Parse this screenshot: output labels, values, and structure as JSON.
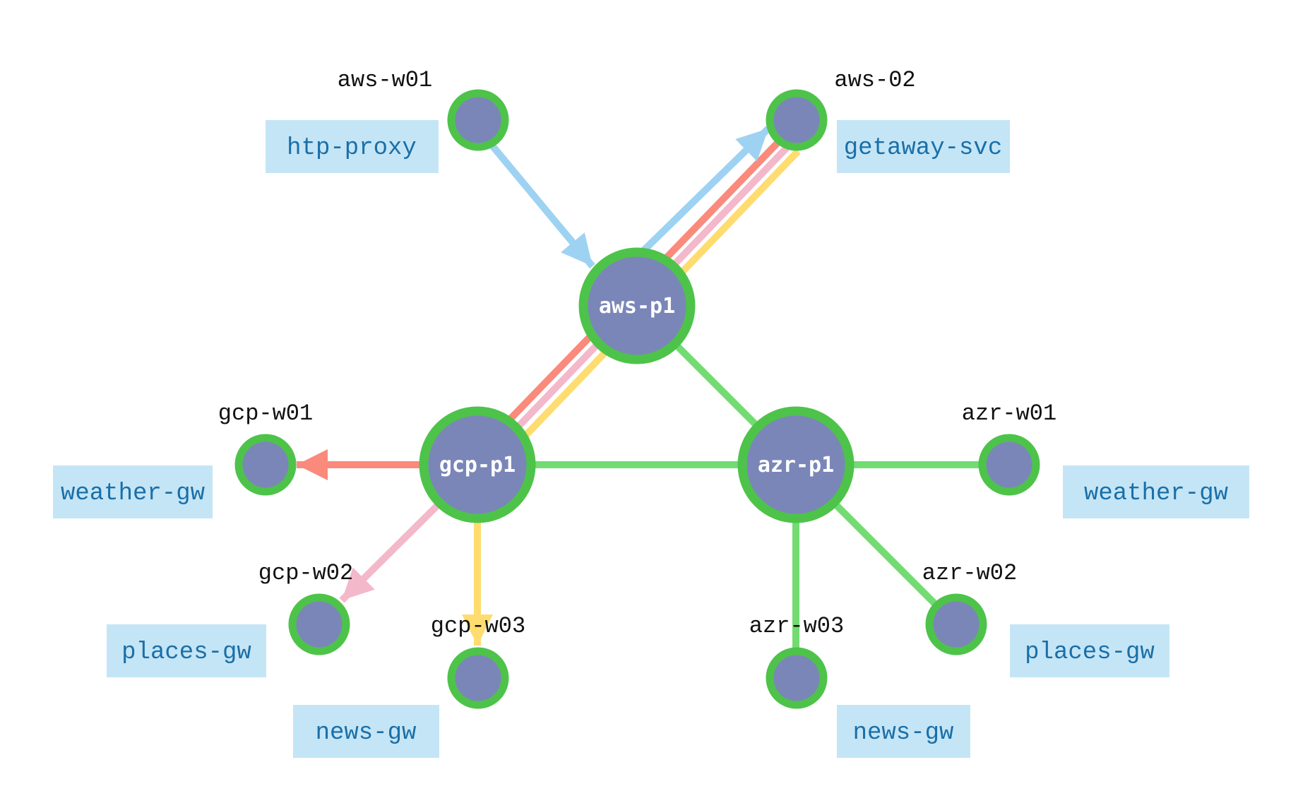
{
  "colors": {
    "node_fill": "#7a86b8",
    "node_ring": "#4ec34a",
    "mesh_link": "#72dc72",
    "service_box": "#c4e5f6",
    "service_text": "#1a6fa8",
    "route_blue": "#9ed2f2",
    "route_red": "#fa8a7c",
    "route_pink": "#f4b8cb",
    "route_yellow": "#fedc70"
  },
  "hubs": {
    "aws_p1": "aws-p1",
    "gcp_p1": "gcp-p1",
    "azr_p1": "azr-p1"
  },
  "workers": {
    "aws_w01": "aws-w01",
    "aws_02": "aws-02",
    "gcp_w01": "gcp-w01",
    "gcp_w02": "gcp-w02",
    "gcp_w03": "gcp-w03",
    "azr_w01": "azr-w01",
    "azr_w02": "azr-w02",
    "azr_w03": "azr-w03"
  },
  "services": {
    "aws_w01": "htp-proxy",
    "aws_02": "getaway-svc",
    "gcp_w01": "weather-gw",
    "gcp_w02": "places-gw",
    "gcp_w03": "news-gw",
    "azr_w01": "weather-gw",
    "azr_w02": "places-gw",
    "azr_w03": "news-gw"
  }
}
